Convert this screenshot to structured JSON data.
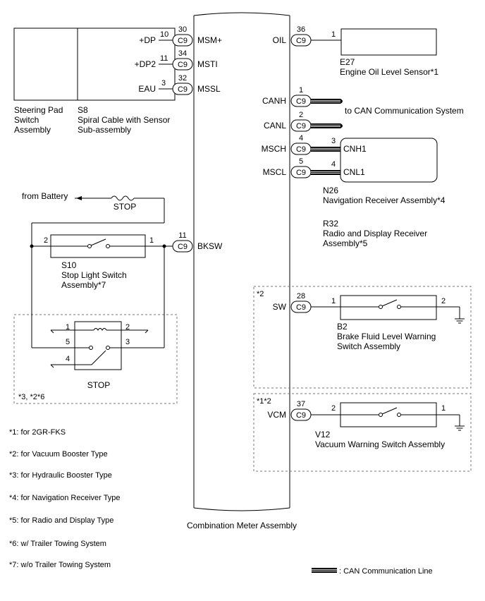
{
  "meter": {
    "title": "Combination Meter Assembly"
  },
  "steering": {
    "steering_pad": [
      "Steering Pad",
      "Switch",
      "Assembly"
    ],
    "spiral_code": "S8",
    "spiral_lines": [
      "Spiral Cable with Sensor",
      "Sub-assembly"
    ],
    "pins": [
      {
        "name": "+DP",
        "pin": "10",
        "meter_pin": "30",
        "connector": "C9",
        "signal": "MSM+"
      },
      {
        "name": "+DP2",
        "pin": "11",
        "meter_pin": "34",
        "connector": "C9",
        "signal": "MSTI"
      },
      {
        "name": "EAU",
        "pin": "3",
        "meter_pin": "32",
        "connector": "C9",
        "signal": "MSSL"
      }
    ]
  },
  "oil": {
    "meter_pin": "36",
    "connector": "C9",
    "signal": "OIL",
    "sensor_pin": "1",
    "code": "E27",
    "label": "Engine Oil Level Sensor*1"
  },
  "can": {
    "lines": [
      {
        "signal": "CANH",
        "meter_pin": "1",
        "connector": "C9"
      },
      {
        "signal": "CANL",
        "meter_pin": "2",
        "connector": "C9"
      }
    ],
    "destination": "to CAN Communication System"
  },
  "nav": {
    "lines": [
      {
        "signal": "MSCH",
        "meter_pin": "4",
        "connector": "C9",
        "receiver_pin": "3",
        "receiver_label": "CNH1"
      },
      {
        "signal": "MSCL",
        "meter_pin": "5",
        "connector": "C9",
        "receiver_pin": "4",
        "receiver_label": "CNL1"
      }
    ],
    "n26_code": "N26",
    "n26_label": "Navigation Receiver Assembly*4",
    "r32_code": "R32",
    "r32_lines": [
      "Radio and Display Receiver",
      "Assembly*5"
    ]
  },
  "battery": {
    "label": "from Battery",
    "fuse": "STOP"
  },
  "stop_switch": {
    "pin_left": "2",
    "pin_right": "1",
    "code": "S10",
    "lines": [
      "Stop Light Switch",
      "Assembly*7"
    ],
    "meter_pin": "11",
    "connector": "C9",
    "signal": "BKSW"
  },
  "relay": {
    "pins": [
      "1",
      "2",
      "5",
      "3",
      "4"
    ],
    "name": "STOP",
    "note": "*3, *2*6"
  },
  "brake_fluid": {
    "note": "*2",
    "meter_pin": "28",
    "connector": "C9",
    "signal": "SW",
    "pin_left": "1",
    "pin_right": "2",
    "code": "B2",
    "lines": [
      "Brake Fluid Level Warning",
      "Switch Assembly"
    ]
  },
  "vacuum": {
    "note": "*1*2",
    "meter_pin": "37",
    "connector": "C9",
    "signal": "VCM",
    "pin_left": "2",
    "pin_right": "1",
    "code": "V12",
    "label": "Vacuum Warning Switch Assembly"
  },
  "notes": [
    "*1: for 2GR-FKS",
    "*2: for Vacuum Booster Type",
    "*3: for Hydraulic Booster Type",
    "*4: for Navigation Receiver Type",
    "*5: for Radio and Display Type",
    "*6: w/ Trailer Towing System",
    "*7: w/o Trailer Towing System"
  ],
  "legend": {
    "can_line": ": CAN Communication Line"
  }
}
